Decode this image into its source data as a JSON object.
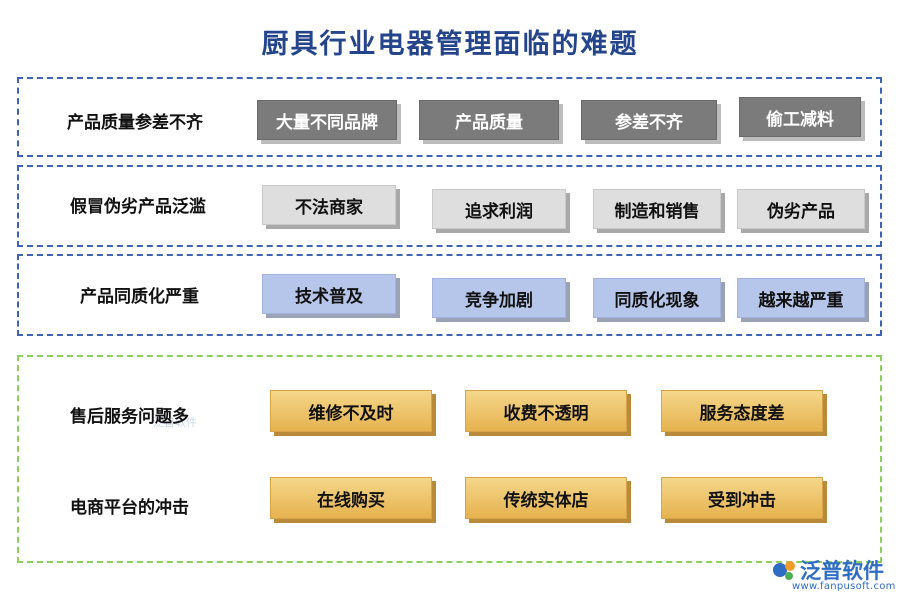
{
  "title": "厨具行业电器管理面临的难题",
  "rows": [
    {
      "label": "产品质量参差不齐",
      "items": [
        "大量不同品牌",
        "产品质量",
        "参差不齐",
        "偷工减料"
      ]
    },
    {
      "label": "假冒伪劣产品泛滥",
      "items": [
        "不法商家",
        "追求利润",
        "制造和销售",
        "伪劣产品"
      ]
    },
    {
      "label": "产品同质化严重",
      "items": [
        "技术普及",
        "竞争加剧",
        "同质化现象",
        "越来越严重"
      ]
    },
    {
      "label": "售后服务问题多",
      "items": [
        "维修不及时",
        "收费不透明",
        "服务态度差"
      ]
    },
    {
      "label": "电商平台的冲击",
      "items": [
        "在线购买",
        "传统实体店",
        "受到冲击"
      ]
    }
  ],
  "watermark": "泛普软件",
  "logo": {
    "text": "泛普软件",
    "url": "www.fanpusoft.com"
  },
  "colors": {
    "title": "#24458c",
    "panel_border": "#3c63b5",
    "panel_border_green": "#8ccf5a",
    "box_dark": "#7b7b7b",
    "box_light": "#dedede",
    "box_blue": "#b6c6ea",
    "box_gold": "#e6b24f"
  }
}
